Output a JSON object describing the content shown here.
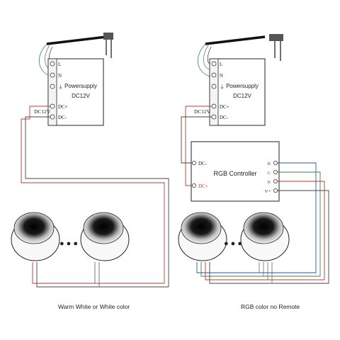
{
  "colors": {
    "wire_green": "#2e8b3e",
    "wire_red": "#c0392b",
    "wire_blue": "#2c4fa8",
    "wire_black": "#444444",
    "wire_grey": "#8a8a8a"
  },
  "left_panel": {
    "power_supply": {
      "title": "Powersupply",
      "voltage": "DC12V",
      "terminals": [
        "L",
        "N",
        "⏚",
        "DC+",
        "DC-"
      ]
    },
    "output_label": "DC12V",
    "ellipsis": "●  ●  ●",
    "caption": "Warm White or White color"
  },
  "right_panel": {
    "power_supply": {
      "title": "Powersupply",
      "voltage": "DC12V",
      "terminals": [
        "L",
        "N",
        "⏚",
        "DC+",
        "DC-"
      ]
    },
    "output_label": "DC12V",
    "controller": {
      "title": "RGB Controller",
      "inputs": [
        "DC-",
        "DC+"
      ],
      "outputs": [
        "B",
        "G",
        "R",
        "V+"
      ]
    },
    "ellipsis": "●  ●  ●",
    "caption": "RGB color no Remote"
  }
}
